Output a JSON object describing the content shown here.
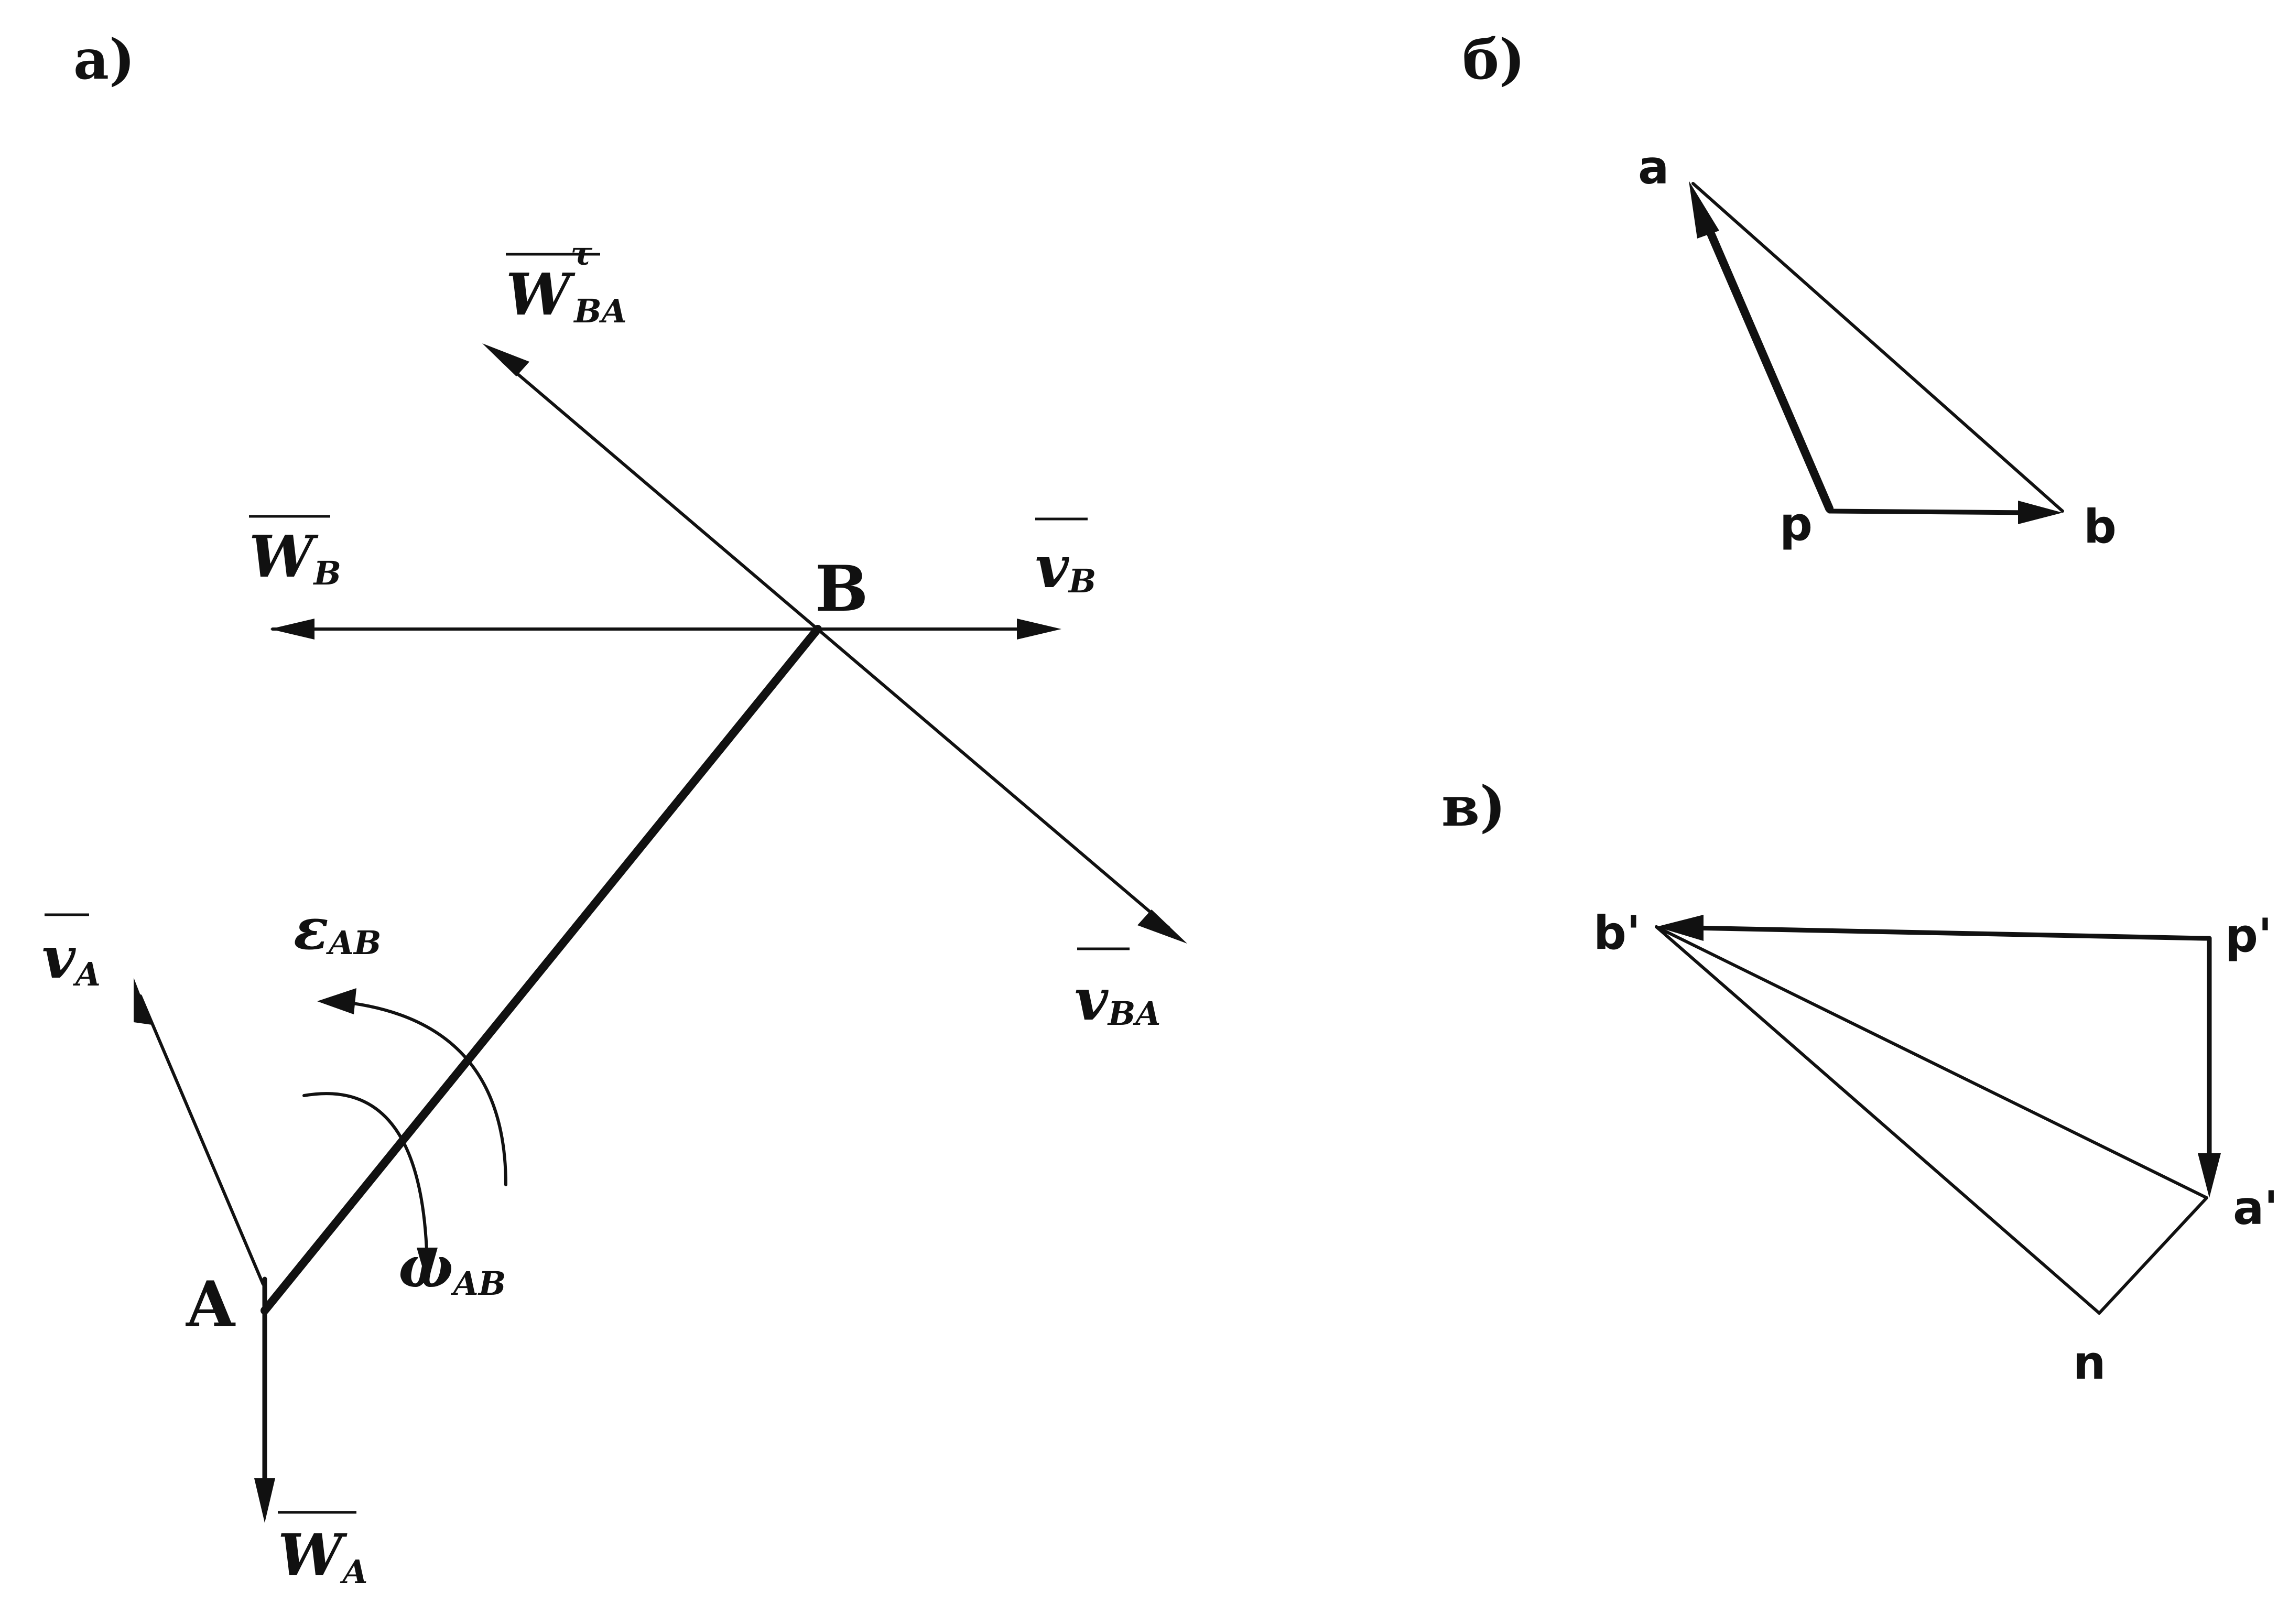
{
  "panels": {
    "a": "а)",
    "b": "б)",
    "v": "в)"
  },
  "mechanism": {
    "points": {
      "A": "A",
      "B": "B"
    },
    "vectors": {
      "w_ba_tau": {
        "main": "W",
        "sup": "τ",
        "sub": "BA"
      },
      "w_b": {
        "main": "W",
        "sub": "B"
      },
      "v_b": {
        "main": "v",
        "sub": "B"
      },
      "v_ba": {
        "main": "v",
        "sub": "BA"
      },
      "v_a": {
        "main": "v",
        "sub": "A"
      },
      "w_a": {
        "main": "W",
        "sub": "A"
      },
      "eps_ab": {
        "main": "ε",
        "sub": "AB"
      },
      "omega_ab": {
        "main": "ω",
        "sub": "AB"
      }
    }
  },
  "velocity_polygon": {
    "a": "a",
    "p": "p",
    "b": "b"
  },
  "acceleration_polygon": {
    "b_prime": "b'",
    "p_prime": "p'",
    "a_prime": "a'",
    "n": "n"
  }
}
